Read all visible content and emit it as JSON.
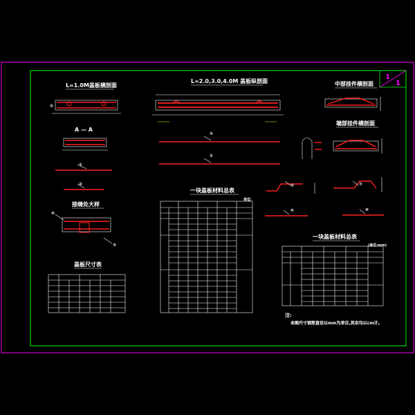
{
  "sheet": {
    "number_top": "1",
    "number_bottom": "1"
  },
  "titles": {
    "t1": "L=1.0M盖板横剖面",
    "t2": "L=2.0,3.0,4.0M 盖板纵剖面",
    "t3": "中部挂件横剖面",
    "t4": "端部挂件横剖面",
    "section_a": "A — A",
    "t5": "接缝处大样",
    "t6": "盖板尺寸表",
    "t7": "一块盖板材料总表",
    "t8": "一块盖板材料总表"
  },
  "labels": {
    "circle1": "①",
    "circle2": "②",
    "circle3": "③",
    "circle4": "④",
    "circle5": "⑤",
    "circle6": "⑥",
    "circle7": "⑦",
    "circle8": "⑧",
    "unit_mm": "单位:",
    "unit_note": "(单位:mm)"
  },
  "notes": {
    "heading": "注:",
    "line1": "本图尺寸钢筋直径以mm为单位,其余均以cm计。"
  },
  "colors": {
    "frame_outer": "#ff00ff",
    "frame_inner": "#00ff00",
    "rebar": "#ff2020",
    "lines": "#ffffff",
    "dims": "#ffff00"
  }
}
